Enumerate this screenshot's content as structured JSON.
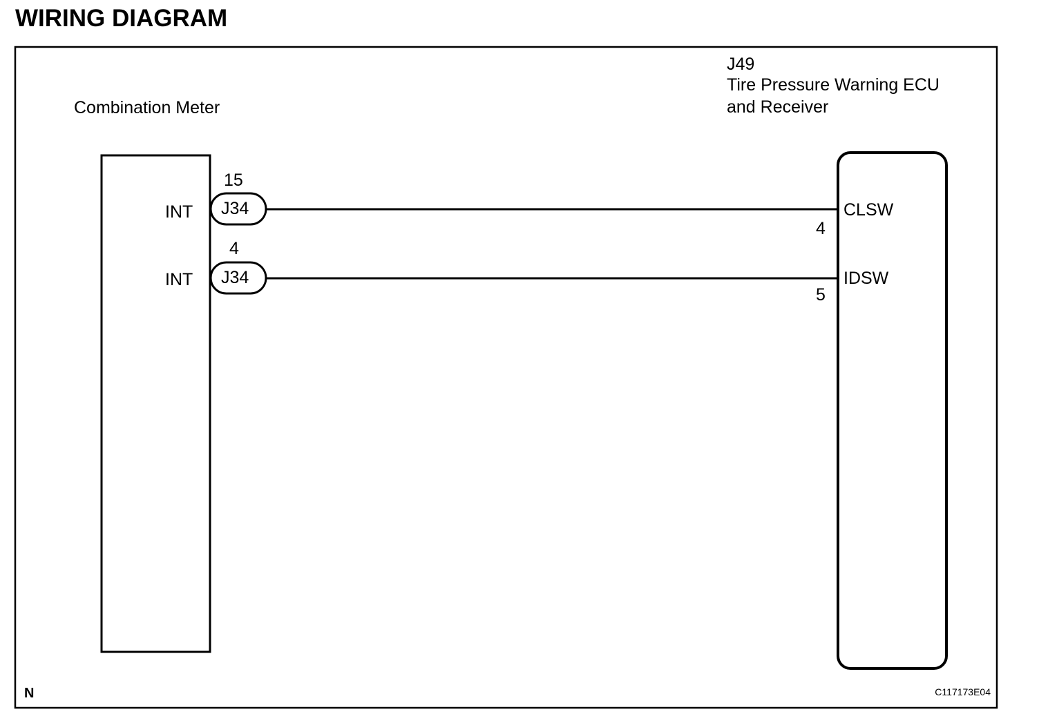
{
  "title": "WIRING DIAGRAM",
  "left_component": {
    "name": "Combination Meter",
    "pins": [
      {
        "signal": "INT",
        "connector": "J34",
        "pin": "15"
      },
      {
        "signal": "INT",
        "connector": "J34",
        "pin": "4"
      }
    ]
  },
  "right_component": {
    "connector_code": "J49",
    "name_line1": "Tire Pressure Warning ECU",
    "name_line2": "and Receiver",
    "pins": [
      {
        "signal": "CLSW",
        "pin": "4"
      },
      {
        "signal": "IDSW",
        "pin": "5"
      }
    ]
  },
  "footer": {
    "left_mark": "N",
    "figure_code": "C117173E04"
  },
  "colors": {
    "line": "#000000",
    "background": "#ffffff"
  }
}
